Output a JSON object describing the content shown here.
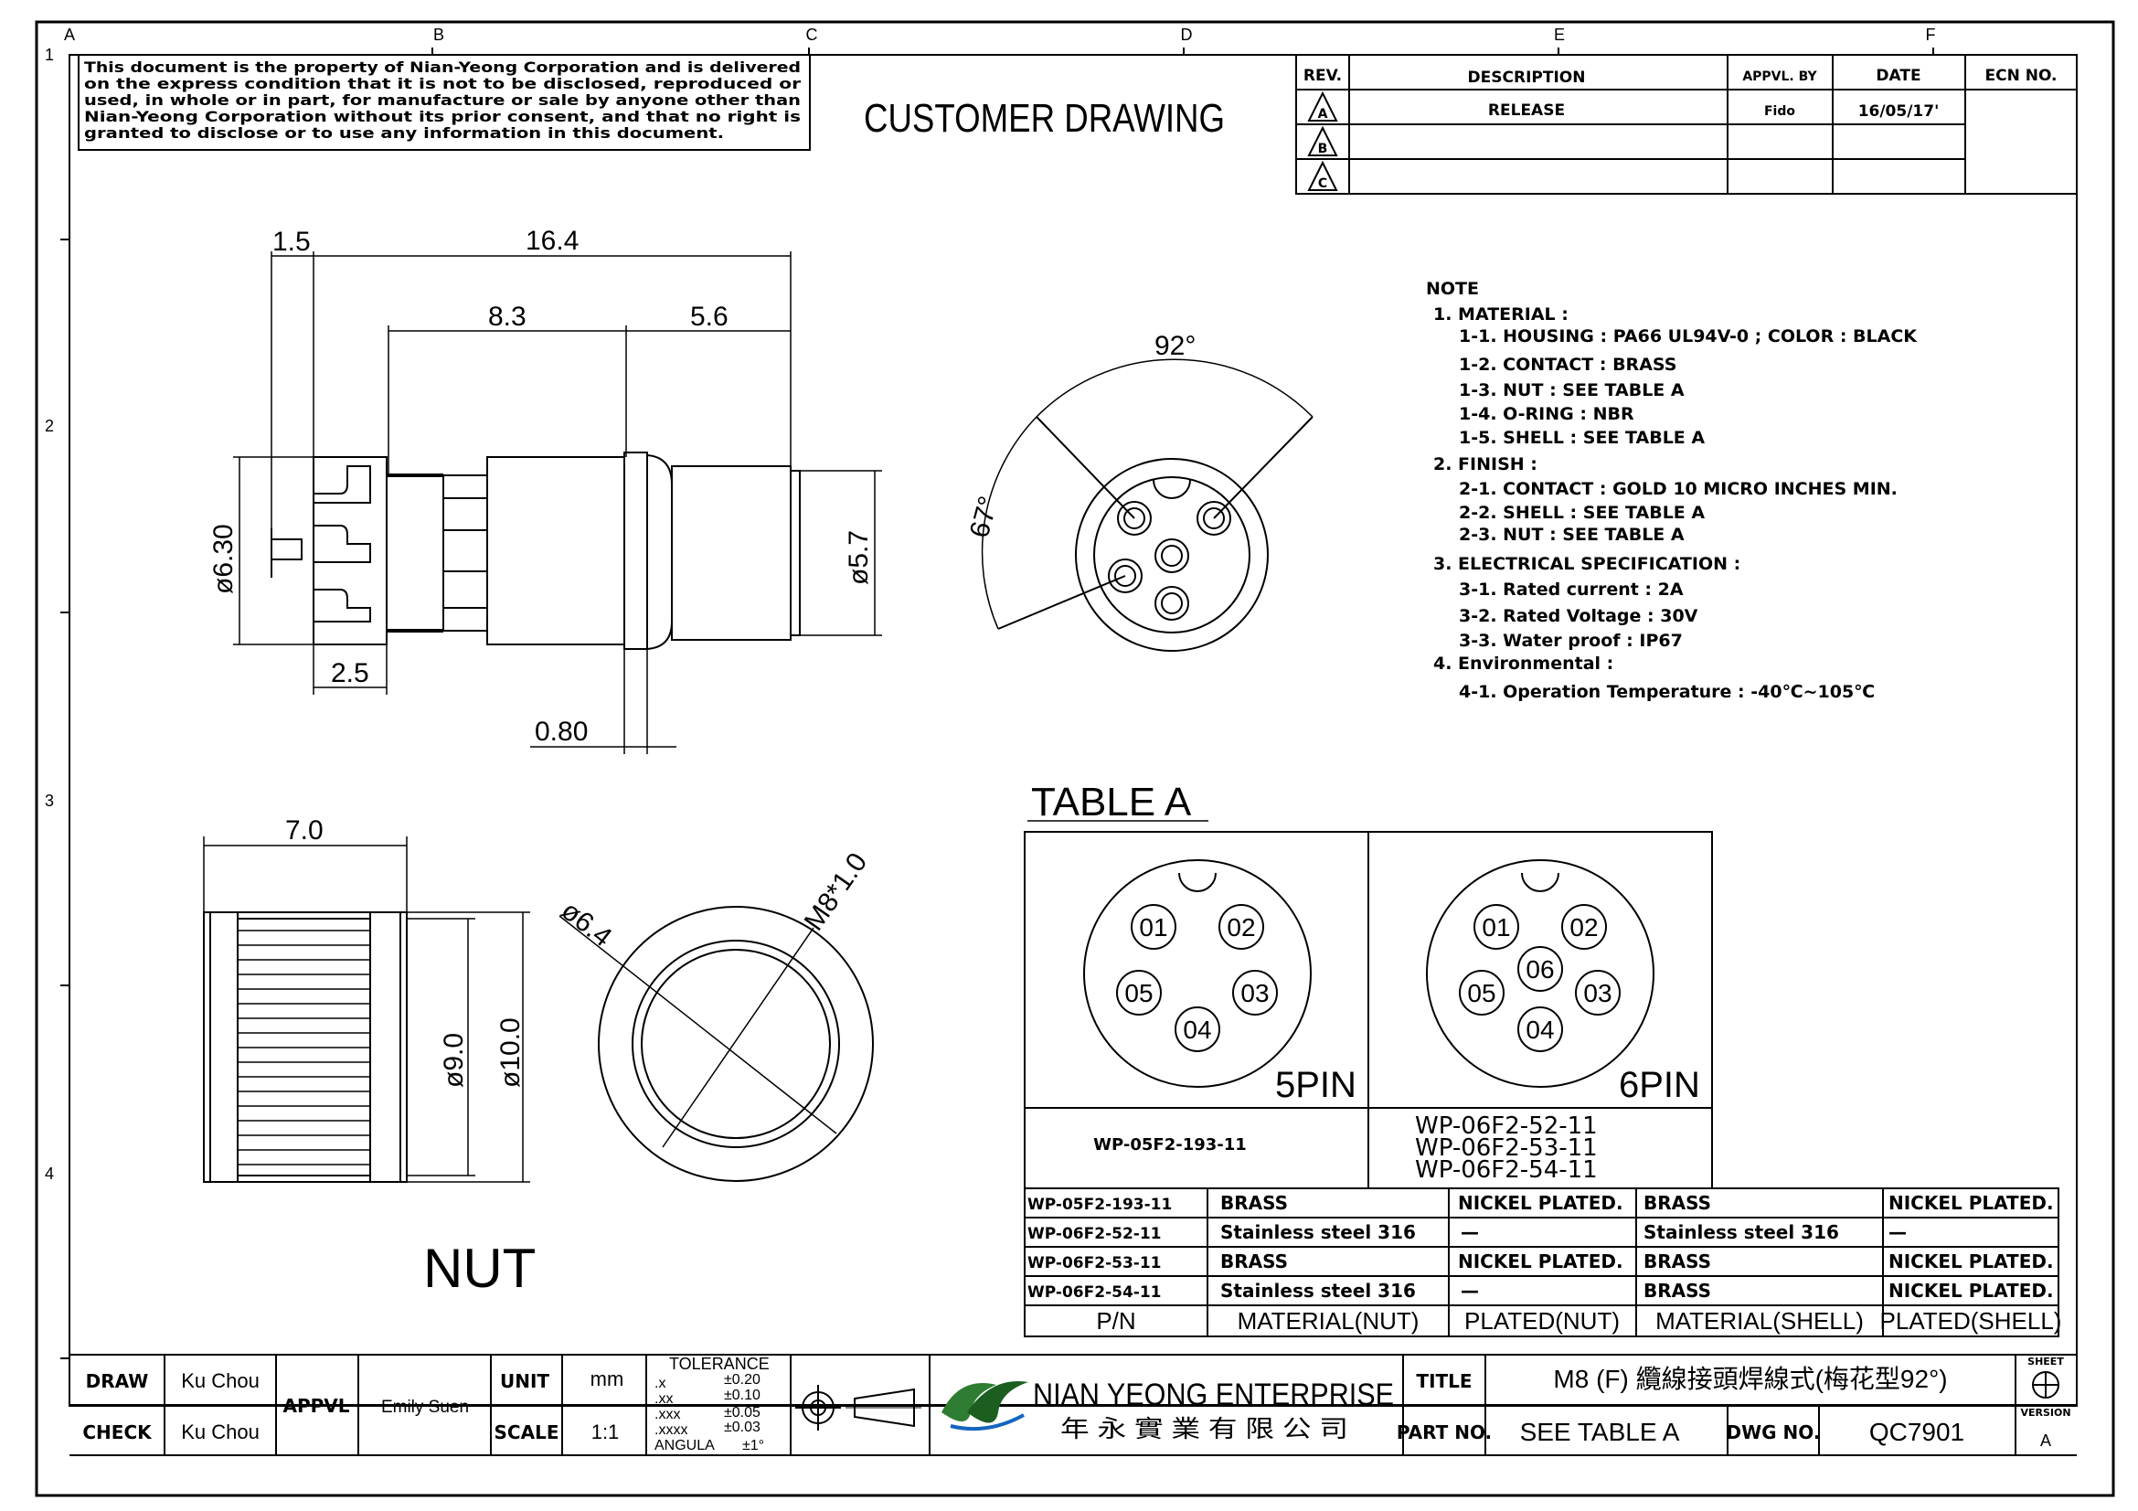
{
  "frame": {
    "col_letters": [
      "A",
      "B",
      "C",
      "D",
      "E",
      "F"
    ],
    "row_numbers": [
      "1",
      "2",
      "3",
      "4"
    ]
  },
  "disclaimer": [
    "This document is the property of Nian-Yeong Corporation and is delivered",
    "on  the  express condition that it is not to be disclosed, reproduced or",
    "used, in whole or in part, for manufacture or sale by anyone other than",
    "Nian-Yeong Corporation without  its prior consent, and that  no right  is",
    "granted to disclose or to use any information in this  document."
  ],
  "drawing_title": "CUSTOMER DRAWING",
  "revision_table": {
    "headers": [
      "REV.",
      "DESCRIPTION",
      "APPVL. BY",
      "DATE",
      "ECN NO."
    ],
    "rows": [
      {
        "rev": "A",
        "description": "RELEASE",
        "appvl": "Fido",
        "date": "16/05/17'",
        "ecn": ""
      },
      {
        "rev": "B",
        "description": "",
        "appvl": "",
        "date": "",
        "ecn": ""
      },
      {
        "rev": "C",
        "description": "",
        "appvl": "",
        "date": "",
        "ecn": ""
      }
    ]
  },
  "dimensions": {
    "side_view": [
      "1.5",
      "16.4",
      "8.3",
      "5.6",
      "ø6.30",
      "ø5.7",
      "2.5",
      "0.80"
    ],
    "front_view": [
      "92°",
      "67°"
    ],
    "nut_view": [
      "7.0",
      "ø9.0",
      "ø10.0",
      "ø6.4",
      "M8*1.0"
    ]
  },
  "nut_label": "NUT",
  "notes": {
    "heading": "NOTE",
    "lines": [
      "1. MATERIAL :",
      "1-1. HOUSING : PA66 UL94V-0 ; COLOR : BLACK",
      "1-2. CONTACT : BRASS",
      "1-3. NUT : SEE TABLE A",
      "1-4. O-RING : NBR",
      "1-5. SHELL : SEE TABLE A",
      "2. FINISH :",
      "2-1. CONTACT : GOLD 10 MICRO INCHES MIN.",
      "2-2. SHELL : SEE TABLE A",
      "2-3. NUT : SEE TABLE A",
      "3. ELECTRICAL SPECIFICATION :",
      "3-1. Rated current : 2A",
      "3-2. Rated Voltage : 30V",
      "3-3. Water proof : IP67",
      "4. Environmental :",
      "4-1. Operation Temperature : -40℃~105℃"
    ]
  },
  "table_a": {
    "title": "TABLE  A",
    "pin5": {
      "label": "5PIN",
      "pins": [
        "01",
        "02",
        "05",
        "03",
        "04"
      ],
      "part": "WP-05F2-193-11"
    },
    "pin6": {
      "label": "6PIN",
      "pins": [
        "01",
        "02",
        "06",
        "05",
        "03",
        "04"
      ],
      "parts": [
        "WP-06F2-52-11",
        "WP-06F2-53-11",
        "WP-06F2-54-11"
      ]
    },
    "material_rows": [
      [
        "WP-05F2-193-11",
        "BRASS",
        "NICKEL PLATED.",
        "BRASS",
        "NICKEL PLATED."
      ],
      [
        "WP-06F2-52-11",
        "Stainless steel 316",
        "—",
        "Stainless steel 316",
        "—"
      ],
      [
        "WP-06F2-53-11",
        "BRASS",
        "NICKEL PLATED.",
        "BRASS",
        "NICKEL PLATED."
      ],
      [
        "WP-06F2-54-11",
        "Stainless steel 316",
        "—",
        "BRASS",
        "NICKEL PLATED."
      ]
    ],
    "material_headers": [
      "P/N",
      "MATERIAL(NUT)",
      "PLATED(NUT)",
      "MATERIAL(SHELL)",
      "PLATED(SHELL)"
    ]
  },
  "title_block": {
    "draw_label": "DRAW",
    "draw_value": "Ku Chou",
    "check_label": "CHECK",
    "check_value": "Ku Chou",
    "appvl_label": "APPVL",
    "appvl_value": "Emily Suen",
    "unit_label": "UNIT",
    "unit_value": "mm",
    "scale_label": "SCALE",
    "scale_value": "1:1",
    "tolerance_heading": "TOLERANCE",
    "tolerance_rows": [
      [
        ".x",
        "±0.20"
      ],
      [
        ".xx",
        "±0.10"
      ],
      [
        ".xxx",
        "±0.05"
      ],
      [
        ".xxxx",
        "±0.03"
      ],
      [
        "ANGULA",
        "±1°"
      ]
    ],
    "company_en": "NIAN YEONG ENTERPRISE",
    "company_zh": "年 永 實 業 有 限 公 司",
    "title_label": "TITLE",
    "title_value": "M8 (F) 纜線接頭焊線式(梅花型92°)",
    "partno_label": "PART NO.",
    "partno_value": "SEE TABLE A",
    "dwgno_label": "DWG NO.",
    "dwgno_value": "QC7901",
    "sheet_label": "SHEET",
    "version_label": "VERSION",
    "version_value": "A"
  }
}
